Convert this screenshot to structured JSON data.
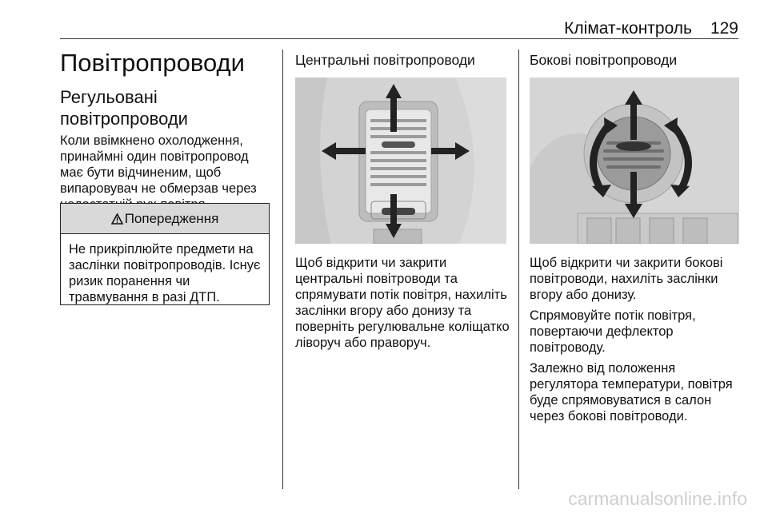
{
  "header": {
    "title": "Клімат-контроль",
    "page_number": "129"
  },
  "col1": {
    "title": "Повітропроводи",
    "subtitle": "Регульовані повітропроводи",
    "para": "Коли ввімкнено охолодження, принаймні один повітропровод має бути відчиненим, щоб випаровувач не обмерзав через недостатній рух повітря.",
    "warning": {
      "title": "Попередження",
      "text": "Не прикріплюйте предмети на заслінки повітропроводів. Існує ризик поранення чи травмування в разі ДТП."
    }
  },
  "col2": {
    "title": "Центральні повітропроводи",
    "para": "Щоб відкрити чи закрити центральні повітроводи та спрямувати потік повітря, нахиліть заслінки вгору або донизу та поверніть регулювальне коліщатко ліворуч або праворуч."
  },
  "col3": {
    "title": "Бокові повітропроводи",
    "para1": "Щоб відкрити чи закрити бокові повітроводи, нахиліть заслінки вгору або донизу.",
    "para2": "Спрямовуйте потік повітря, повертаючи дефлектор повітроводу.",
    "para3": "Залежно від положення регулятора температури, повітря буде спрямовуватися в салон через бокові повітроводи."
  },
  "watermark": "carmanualsonline.info"
}
